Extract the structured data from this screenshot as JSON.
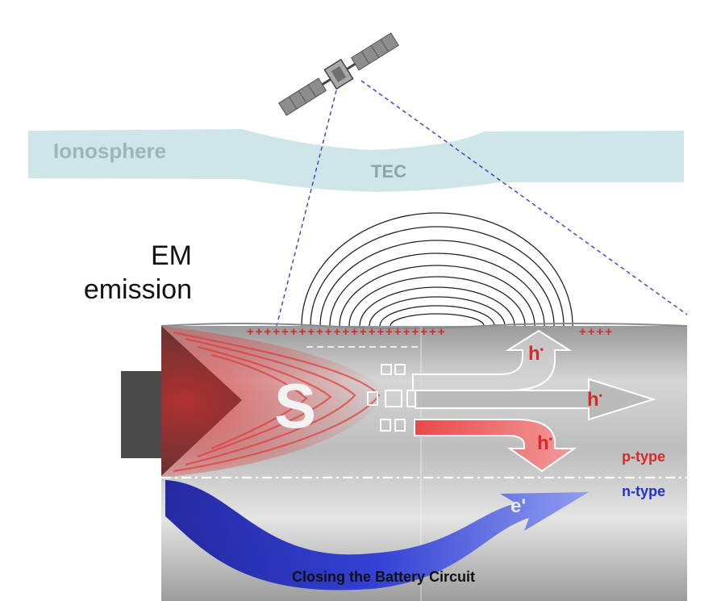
{
  "labels": {
    "ionosphere": "Ionosphere",
    "tec": "TEC",
    "em_line1": "EM",
    "em_line2": "emission",
    "plus_left": "+++++++++++++++++++++++",
    "plus_right": "++++",
    "hole_top": "h",
    "hole_mid": "h",
    "hole_low": "h",
    "hole_sup": "•",
    "electron": "e'",
    "s_letter": "S",
    "p_type": "p-type",
    "n_type": "n-type",
    "caption": "Closing the Battery Circuit"
  },
  "colors": {
    "ionosphere_band": "#cfe6e9",
    "positive_charge": "#d42a2a",
    "electron_arrow": "#2a37d0",
    "rock": "#b9b9b9"
  }
}
